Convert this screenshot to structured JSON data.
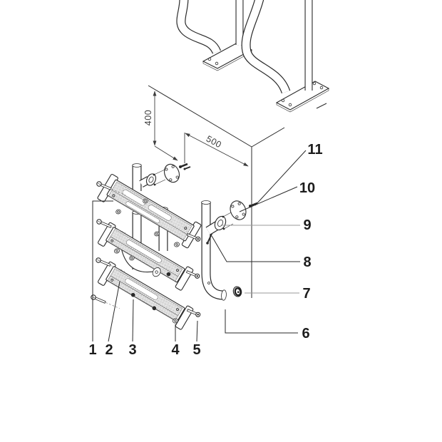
{
  "diagram": {
    "kind": "exploded-parts-drawing"
  },
  "dimensions": {
    "height_mm": "400",
    "width_mm": "500"
  },
  "callouts": [
    {
      "label": "1"
    },
    {
      "label": "2"
    },
    {
      "label": "3"
    },
    {
      "label": "4"
    },
    {
      "label": "5"
    },
    {
      "label": "6"
    },
    {
      "label": "7"
    },
    {
      "label": "8"
    },
    {
      "label": "9"
    },
    {
      "label": "10"
    },
    {
      "label": "11"
    }
  ],
  "colors": {
    "line": "#2a2a2a",
    "leader_muted": "#9a9a9a",
    "background": "#ffffff"
  }
}
